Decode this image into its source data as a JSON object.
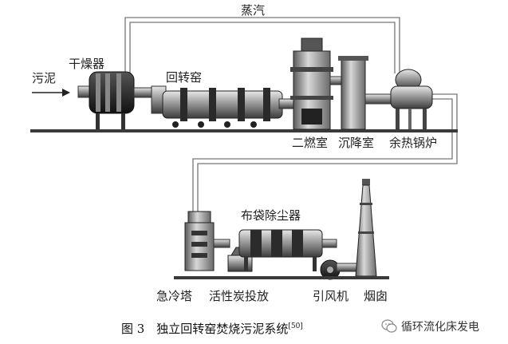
{
  "labels": {
    "steam": "蒸汽",
    "sludge": "污泥",
    "dryer": "干燥器",
    "kiln": "回转窑",
    "secondary_chamber": "二燃室",
    "settling_chamber": "沉降室",
    "waste_heat_boiler": "余热锅炉",
    "baghouse": "布袋除尘器",
    "quench_tower": "急冷塔",
    "activated_carbon": "活性炭投放",
    "induced_fan": "引风机",
    "chimney": "烟囱"
  },
  "caption": {
    "text": "图 3　独立回转窑焚烧污泥系统",
    "ref": "[50]"
  },
  "watermark": {
    "text": "循环流化床发电"
  }
}
